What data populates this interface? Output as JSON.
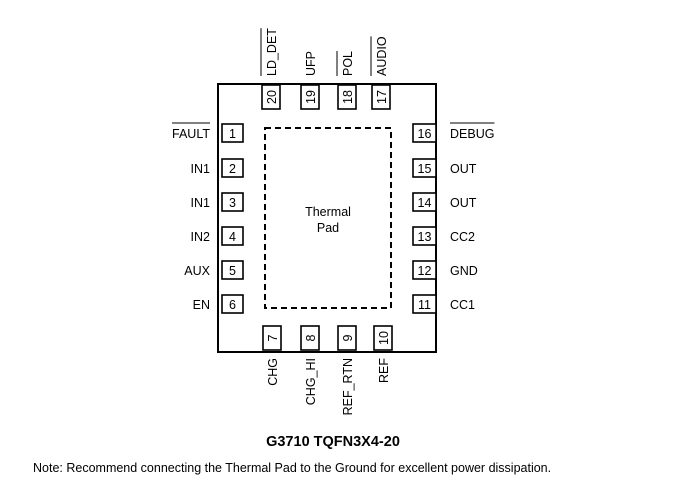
{
  "package": {
    "caption": "G3710 TQFN3X4-20",
    "thermal_pad_label": [
      "Thermal",
      "Pad"
    ]
  },
  "note": "Note: Recommend connecting the Thermal Pad to the Ground for excellent power dissipation.",
  "pins": {
    "left": [
      {
        "num": "1",
        "name": "FAULT",
        "overbar": true
      },
      {
        "num": "2",
        "name": "IN1",
        "overbar": false
      },
      {
        "num": "3",
        "name": "IN1",
        "overbar": false
      },
      {
        "num": "4",
        "name": "IN2",
        "overbar": false
      },
      {
        "num": "5",
        "name": "AUX",
        "overbar": false
      },
      {
        "num": "6",
        "name": "EN",
        "overbar": false
      }
    ],
    "right": [
      {
        "num": "16",
        "name": "DEBUG",
        "overbar": true
      },
      {
        "num": "15",
        "name": "OUT",
        "overbar": false
      },
      {
        "num": "14",
        "name": "OUT",
        "overbar": false
      },
      {
        "num": "13",
        "name": "CC2",
        "overbar": false
      },
      {
        "num": "12",
        "name": "GND",
        "overbar": false
      },
      {
        "num": "11",
        "name": "CC1",
        "overbar": false
      }
    ],
    "top": [
      {
        "num": "20",
        "name": "LD_DET",
        "overbar": true
      },
      {
        "num": "19",
        "name": "UFP",
        "overbar": false
      },
      {
        "num": "18",
        "name": "POL",
        "overbar": true
      },
      {
        "num": "17",
        "name": "AUDIO",
        "overbar": true
      }
    ],
    "bottom": [
      {
        "num": "7",
        "name": "CHG",
        "overbar": false
      },
      {
        "num": "8",
        "name": "CHG_HI",
        "overbar": false
      },
      {
        "num": "9",
        "name": "REF_RTN",
        "overbar": false
      },
      {
        "num": "10",
        "name": "REF",
        "overbar": false
      }
    ]
  }
}
